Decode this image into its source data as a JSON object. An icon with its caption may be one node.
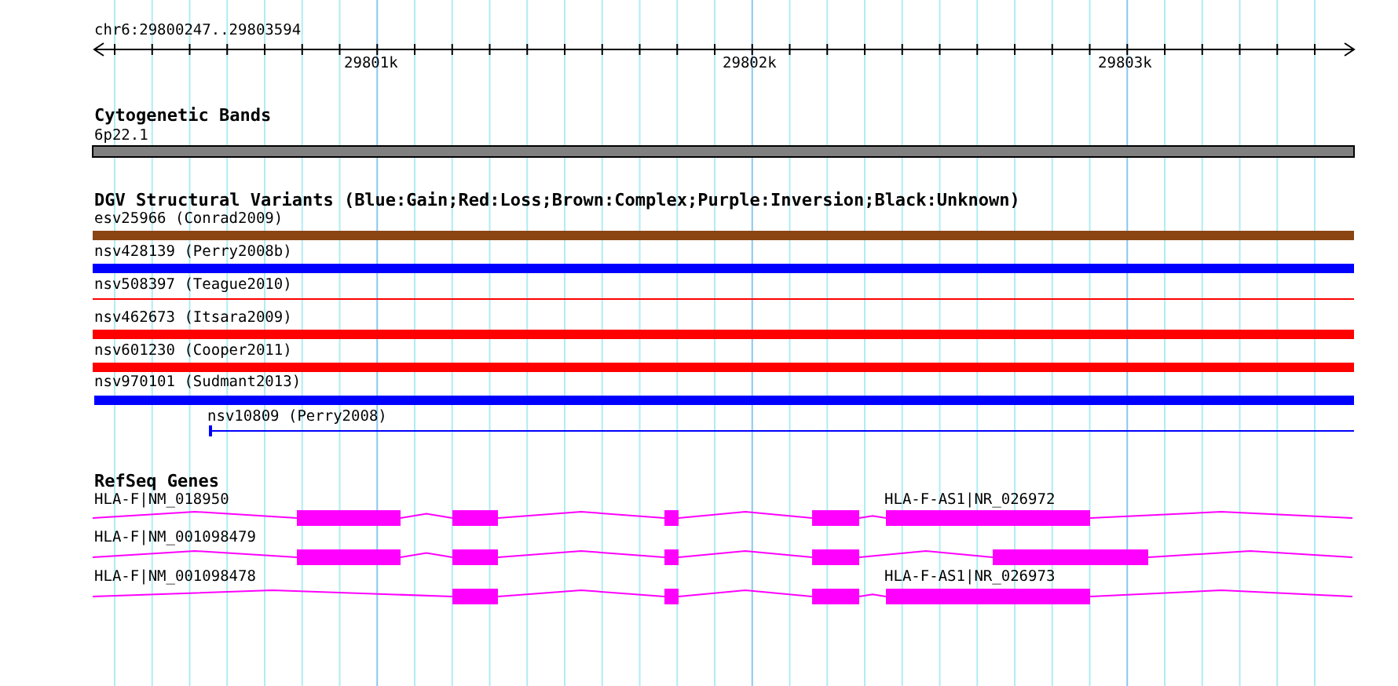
{
  "diagram": {
    "labels": [
      "chr6:29800247..29803594",
      "29801k",
      "29802k",
      "29803k",
      "Cytogenetic Bands",
      "6p22.1",
      "DGV Structural Variants (Blue:Gain;Red:Loss;Brown:Complex;Purple:Inversion;Black:Unknown)",
      "esv25966 (Conrad2009)",
      "nsv428139 (Perry2008b)",
      "nsv508397 (Teague2010)",
      "nsv462673 (Itsara2009)",
      "nsv601230 (Cooper2011)",
      "nsv970101 (Sudmant2013)",
      "nsv10809 (Perry2008)",
      "RefSeq Genes",
      "HLA-F|NM_018950",
      "HLA-F-AS1|NR_026972",
      "HLA-F|NM_001098479",
      "HLA-F|NM_001098478",
      "HLA-F-AS1|NR_026973"
    ]
  }
}
